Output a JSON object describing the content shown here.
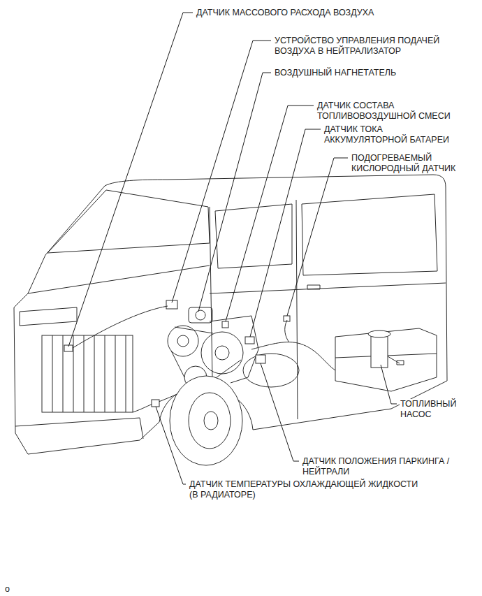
{
  "diagram": {
    "labels": [
      "ДАТЧИК МАССОВОГО РАСХОДА ВОЗДУХА",
      "УСТРОЙСТВО УПРАВЛЕНИЯ ПОДАЧЕЙ ВОЗДУХА В НЕЙТРАЛИЗАТОР",
      "ВОЗДУШНЫЙ НАГНЕТАТЕЛЬ",
      "ДАТЧИК СОСТАВА ТОПЛИВОВОЗДУШНОЙ СМЕСИ",
      "ДАТЧИК ТОКА АККУМУЛЯТОРНОЙ БАТАРЕИ",
      "ПОДОГРЕВАЕМЫЙ КИСЛОРОДНЫЙ ДАТЧИК",
      "ТОПЛИВНЫЙ НАСОС",
      "ДАТЧИК ПОЛОЖЕНИЯ ПАРКИНГА / НЕЙТРАЛИ",
      "ДАТЧИК ТЕМПЕРАТУРЫ ОХЛАЖДАЮЩЕЙ ЖИДКОСТИ (В РАДИАТОРЕ)",
      "o"
    ]
  }
}
